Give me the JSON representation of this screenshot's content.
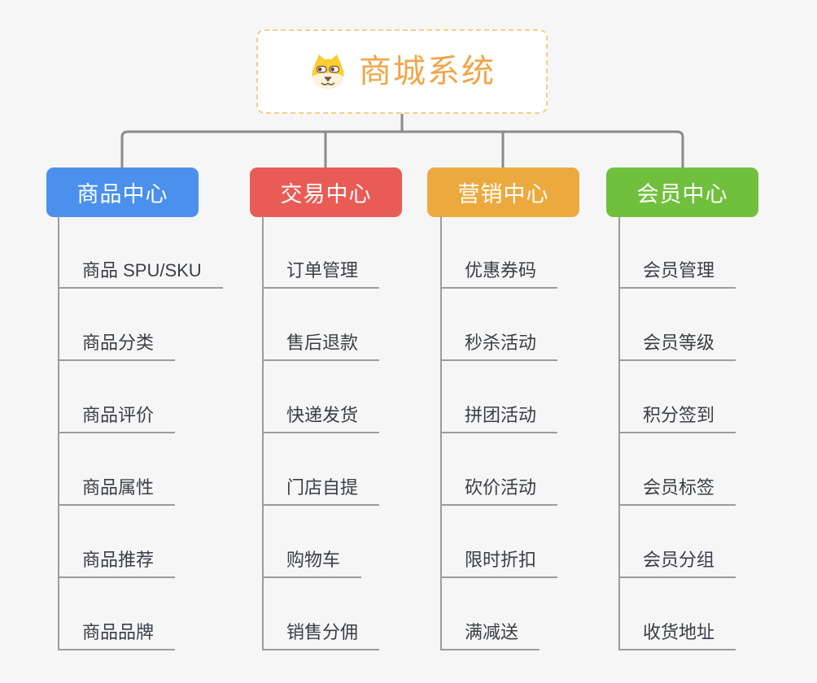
{
  "app": {
    "type": "mindmap-org-chart",
    "background_color": "#f6f6f7",
    "connector_color": "#8a8a8a",
    "underline_color": "#9c9c9c",
    "item_text_color": "#3a3e44"
  },
  "root": {
    "label": "商城系统",
    "icon": "dog-face-icon",
    "text_color": "#f0a64a",
    "border_color": "#f5cd8a"
  },
  "branches": [
    {
      "label": "商品中心",
      "color": "#4a90ec",
      "children": [
        "商品 SPU/SKU",
        "商品分类",
        "商品评价",
        "商品属性",
        "商品推荐",
        "商品品牌"
      ]
    },
    {
      "label": "交易中心",
      "color": "#e95c56",
      "children": [
        "订单管理",
        "售后退款",
        "快递发货",
        "门店自提",
        "购物车",
        "销售分佣"
      ]
    },
    {
      "label": "营销中心",
      "color": "#ecaa3e",
      "children": [
        "优惠券码",
        "秒杀活动",
        "拼团活动",
        "砍价活动",
        "限时折扣",
        "满减送"
      ]
    },
    {
      "label": "会员中心",
      "color": "#70c03d",
      "children": [
        "会员管理",
        "会员等级",
        "积分签到",
        "会员标签",
        "会员分组",
        "收货地址"
      ]
    }
  ]
}
